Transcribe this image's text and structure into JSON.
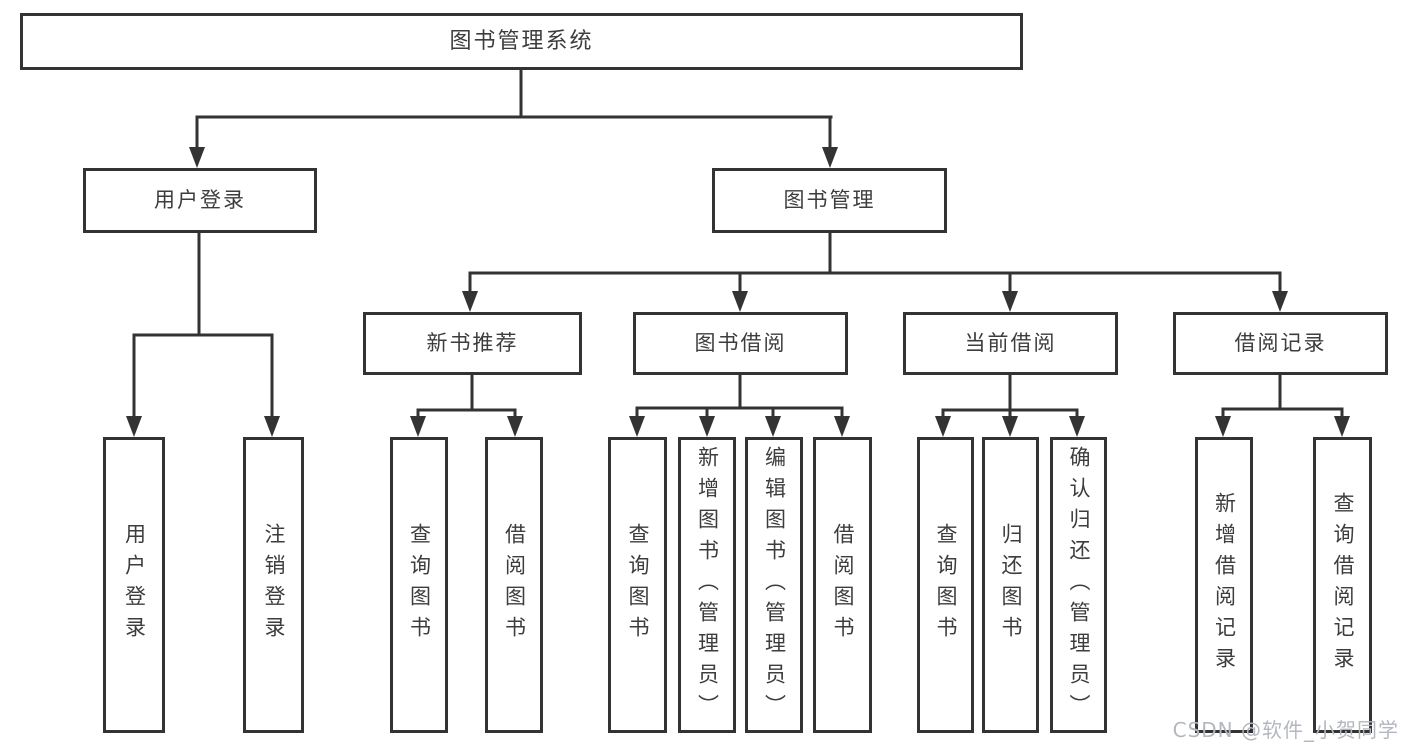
{
  "diagram": {
    "root": {
      "label": "图书管理系统"
    },
    "level2": [
      {
        "label": "用户登录",
        "children": [
          "用户登录",
          "注销登录"
        ]
      },
      {
        "label": "图书管理"
      }
    ],
    "level3": [
      {
        "label": "新书推荐",
        "children": [
          "查询图书",
          "借阅图书"
        ]
      },
      {
        "label": "图书借阅",
        "children": [
          "查询图书",
          "新增图书（管理员）",
          "编辑图书（管理员）",
          "借阅图书"
        ]
      },
      {
        "label": "当前借阅",
        "children": [
          "查询图书",
          "归还图书",
          "确认归还（管理员）"
        ]
      },
      {
        "label": "借阅记录",
        "children": [
          "新增借阅记录",
          "查询借阅记录"
        ]
      }
    ]
  },
  "watermark": {
    "text": "CSDN @软件_小贺同学"
  },
  "colors": {
    "line": "#333333",
    "text": "#3d3d3d",
    "watermark": "#b3b7bf",
    "background": "#ffffff"
  }
}
